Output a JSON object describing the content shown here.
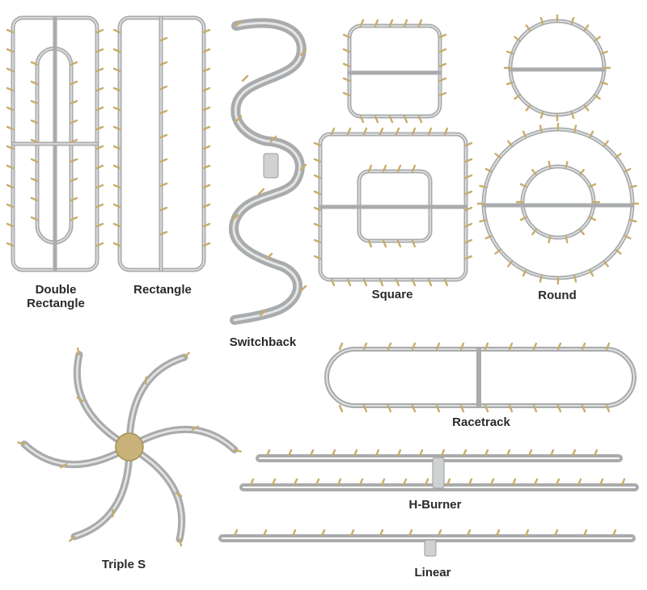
{
  "labels": {
    "double_rectangle_line1": "Double",
    "double_rectangle_line2": "Rectangle",
    "rectangle": "Rectangle",
    "switchback": "Switchback",
    "square": "Square",
    "round": "Round",
    "racetrack": "Racetrack",
    "h_burner": "H-Burner",
    "triple_s": "Triple S",
    "linear": "Linear"
  },
  "colors": {
    "background": "#ffffff",
    "pipe": "#a9abad",
    "pipe_highlight": "#e4e5e6",
    "brass_jet": "#c8ad6a",
    "brass_hub": "#c9b27a",
    "label_text": "#2a2a2a"
  }
}
